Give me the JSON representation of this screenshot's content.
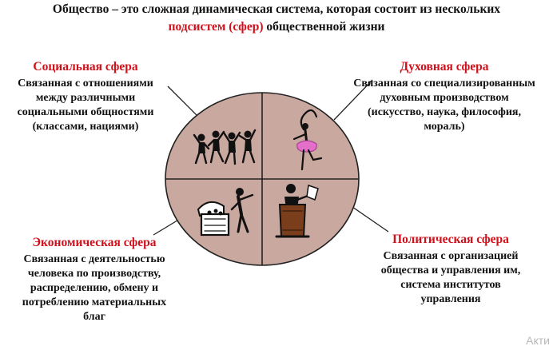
{
  "title": {
    "line1": "Общество – это сложная динамическая система, которая состоит из нескольких",
    "line2_red": "подсистем (сфер)",
    "line2_rest": " общественной жизни"
  },
  "spheres": {
    "social": {
      "title": "Социальная сфера",
      "lines": [
        "Связанная с отношениями",
        "между различными",
        "социальными общностями",
        "(классами, нациями)"
      ]
    },
    "spiritual": {
      "title": "Духовная сфера",
      "lines": [
        "Связанная со специализированным",
        "духовным производством",
        "(искусство, наука, философия,",
        "мораль)"
      ]
    },
    "economic": {
      "title": "Экономическая сфера",
      "lines": [
        "Связанная с деятельностью",
        "человека по производству,",
        "распределению, обмену и",
        "потреблению материальных",
        "благ"
      ]
    },
    "political": {
      "title": "Политическая сфера",
      "lines": [
        "Связанная с организацией",
        "общества и управления им,",
        "система институтов",
        "управления"
      ]
    }
  },
  "colors": {
    "circle_fill": "#c9a8a0",
    "heading_red": "#d0101a"
  },
  "icons": {
    "social": "dancing-people-icon",
    "spiritual": "ballerina-icon",
    "economic": "treasure-chest-icon",
    "political": "orator-podium-icon"
  },
  "watermark": "Акти"
}
